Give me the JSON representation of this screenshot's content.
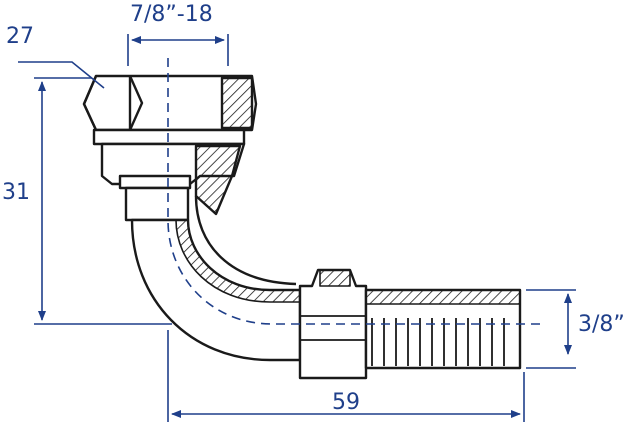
{
  "dimensions": {
    "thread": "7/8”-18",
    "hex": "27",
    "height": "31",
    "length": "59",
    "hose": "3/8”"
  },
  "colors": {
    "outline": "#1a1a1a",
    "dimension": "#1f3f8a",
    "centerline": "#1f3f8a"
  }
}
